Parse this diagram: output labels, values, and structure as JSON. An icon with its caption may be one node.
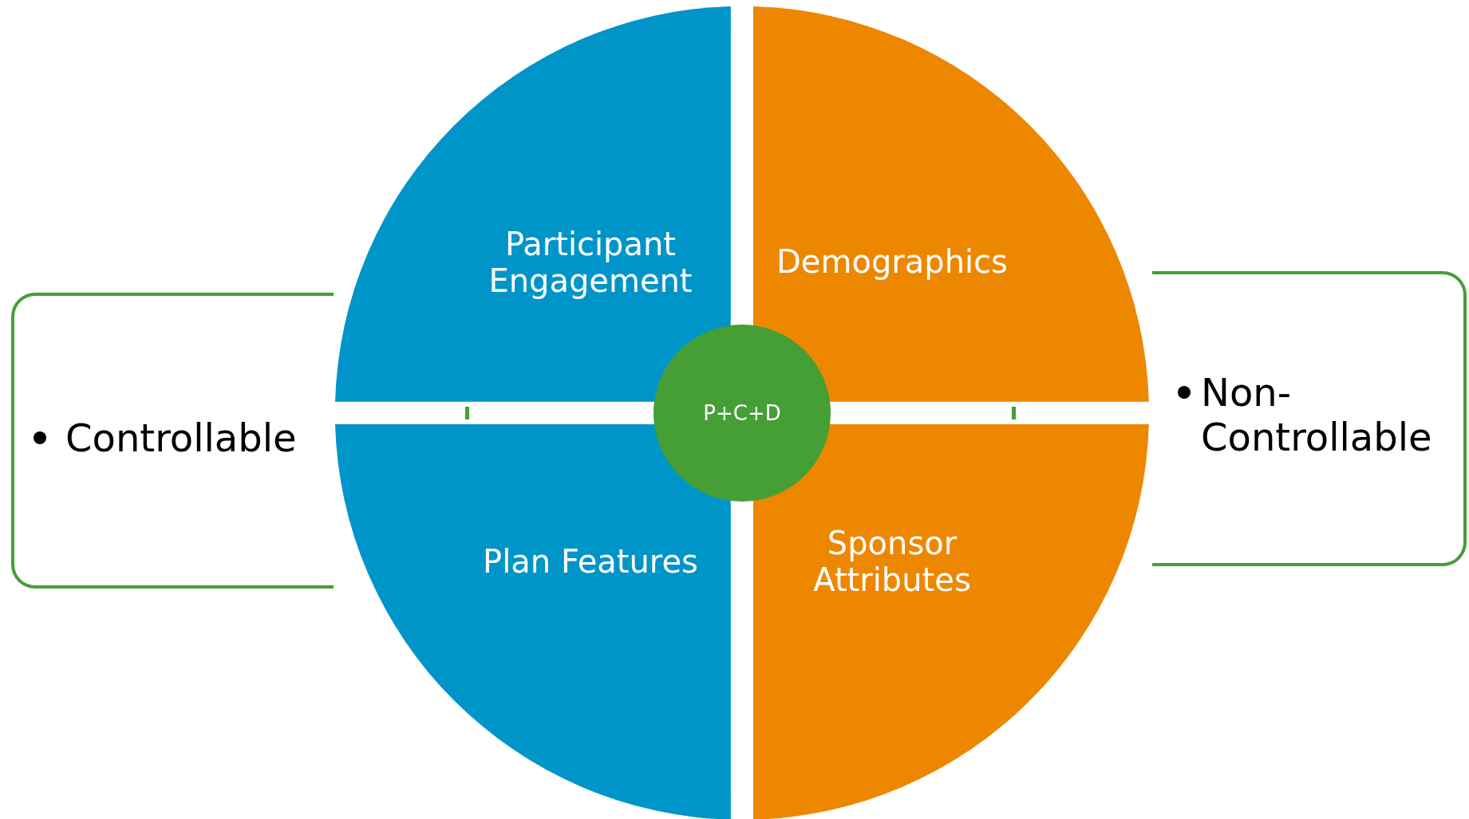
{
  "diagram": {
    "nodes": [
      {
        "text": [
          "Controllable"
        ]
      },
      {
        "text": [
          "Participant Engagement"
        ]
      },
      {
        "text": [
          "Demographics"
        ]
      },
      {
        "text": [
          "P+C+D"
        ]
      },
      {
        "text": [
          "Plan Features"
        ]
      },
      {
        "text": [
          "Sponsor Attributes"
        ]
      },
      {
        "text": [
          "Non- Controllable"
        ]
      }
    ]
  }
}
